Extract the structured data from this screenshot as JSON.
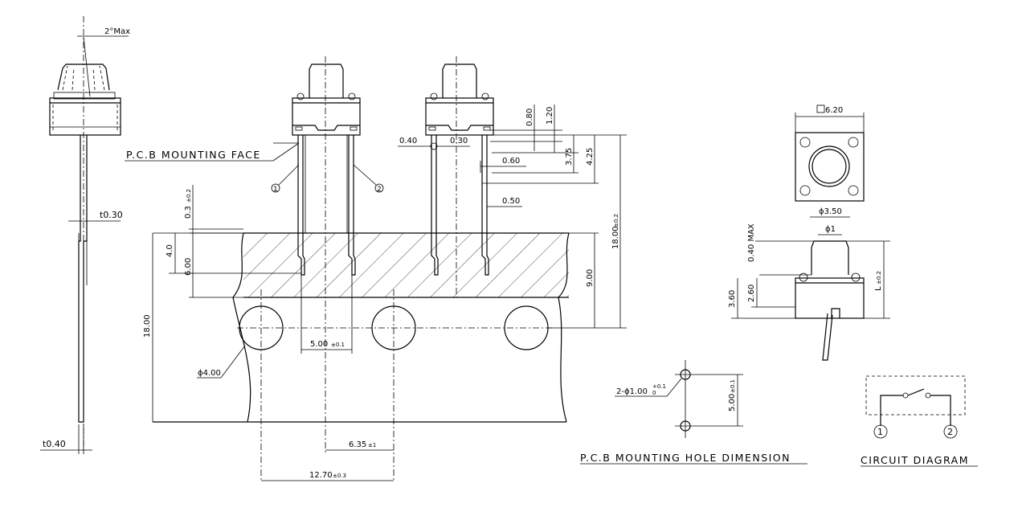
{
  "side_view": {
    "angle_label": "2°Max",
    "lead_thickness": "t0.30",
    "tape_thickness": "t0.40"
  },
  "front_view": {
    "mount_face_label": "P.C.B MOUNTING FACE",
    "pin1": "1",
    "pin2": "2",
    "dim_03": "0.3",
    "dim_03_tol": "±0.2",
    "dim_40": "4.0",
    "dim_600": "6.00",
    "dim_500": "5.00",
    "dim_500_tol": "±0.1",
    "dim_hole": "ϕ4.00",
    "dim_1800": "18.00",
    "dim_635": "6.35",
    "dim_635_tol": "±1",
    "dim_1270": "12.70",
    "dim_1270_tol": "±0.3"
  },
  "lead_detail": {
    "d040": "0.40",
    "d030": "0.30",
    "d080": "0.80",
    "d120": "1.20",
    "d060": "0.60",
    "d375": "3.75",
    "d425": "4.25",
    "d050": "0.50",
    "d1800": "18.00",
    "d1800_tol": "±0.2",
    "d900": "9.00"
  },
  "top_view": {
    "size": "6.20",
    "d350": "ϕ3.50",
    "d1": "ϕ1",
    "max_label": "0.40 MAX",
    "d260": "2.60",
    "d360": "3.60",
    "L": "L",
    "L_tol": "±0.2"
  },
  "hole_dim": {
    "label": "2-ϕ1.00",
    "tol_plus": "+0.1",
    "tol_zero": "0",
    "pitch": "5.00",
    "pitch_tol": "±0.1",
    "title": "P.C.B MOUNTING HOLE DIMENSION"
  },
  "circuit": {
    "pin1": "1",
    "pin2": "2",
    "title": "CIRCUIT DIAGRAM"
  }
}
